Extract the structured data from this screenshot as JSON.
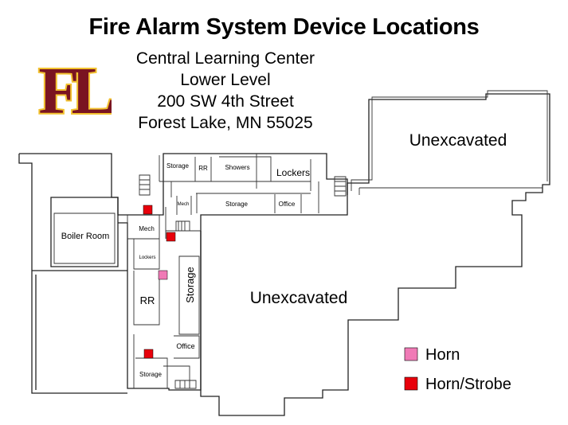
{
  "title": "Fire Alarm System Device Locations",
  "logo": {
    "text": "FL",
    "colors": {
      "fill": "#7a1421",
      "outline": "#f2c230"
    }
  },
  "address": {
    "line1": "Central Learning Center",
    "line2": "Lower Level",
    "line3": "200 SW 4th Street",
    "line4": "Forest Lake, MN  55025"
  },
  "rooms": {
    "unexcavated_top": "Unexcavated",
    "unexcavated_main": "Unexcavated",
    "storage_top": "Storage",
    "rr_top": "RR",
    "showers": "Showers",
    "lockers_top": "Lockers",
    "mech_small": "Mech",
    "storage_corridor": "Storage",
    "office_top": "Office",
    "boiler_room": "Boiler Room",
    "mech": "Mech",
    "lockers_small": "Lockers",
    "rr_left": "RR",
    "storage_vertical": "Storage",
    "office_bottom": "Office",
    "storage_bottom": "Storage"
  },
  "legend": {
    "horn": {
      "label": "Horn",
      "color": "#f07ab6"
    },
    "horn_strobe": {
      "label": "Horn/Strobe",
      "color": "#e8000b"
    }
  },
  "devices": [
    {
      "type": "horn_strobe"
    },
    {
      "type": "horn_strobe"
    },
    {
      "type": "horn"
    },
    {
      "type": "horn_strobe"
    }
  ]
}
